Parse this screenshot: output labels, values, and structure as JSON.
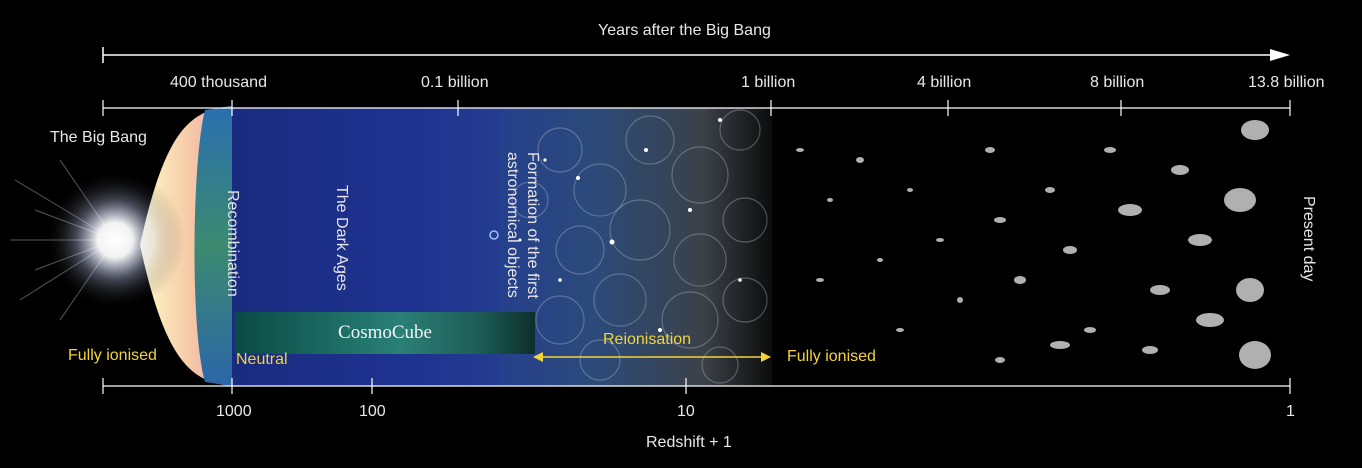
{
  "header": {
    "title": "Years after the Big Bang"
  },
  "top_axis": {
    "labels": [
      "400 thousand",
      "0.1 billion",
      "1 billion",
      "4 billion",
      "8 billion",
      "13.8 billion"
    ]
  },
  "bottom_axis": {
    "title": "Redshift + 1",
    "labels": [
      "1000",
      "100",
      "10",
      "1"
    ]
  },
  "regions": {
    "big_bang": "The Big Bang",
    "recombination": "Recombination",
    "dark_ages": "The Dark Ages",
    "first_objects_line1": "Formation of the first",
    "first_objects_line2": "astronomical objects",
    "present_day": "Present day"
  },
  "states": {
    "fully_ionised_left": "Fully ionised",
    "neutral": "Neutral",
    "reionisation": "Reionisation",
    "fully_ionised_right": "Fully ionised"
  },
  "overlay": {
    "label": "CosmoCube"
  },
  "colors": {
    "annotation_yellow": "#f2d43a",
    "dark_ages_blue": "#1c2f86",
    "banner_teal": "#1d6e66"
  }
}
